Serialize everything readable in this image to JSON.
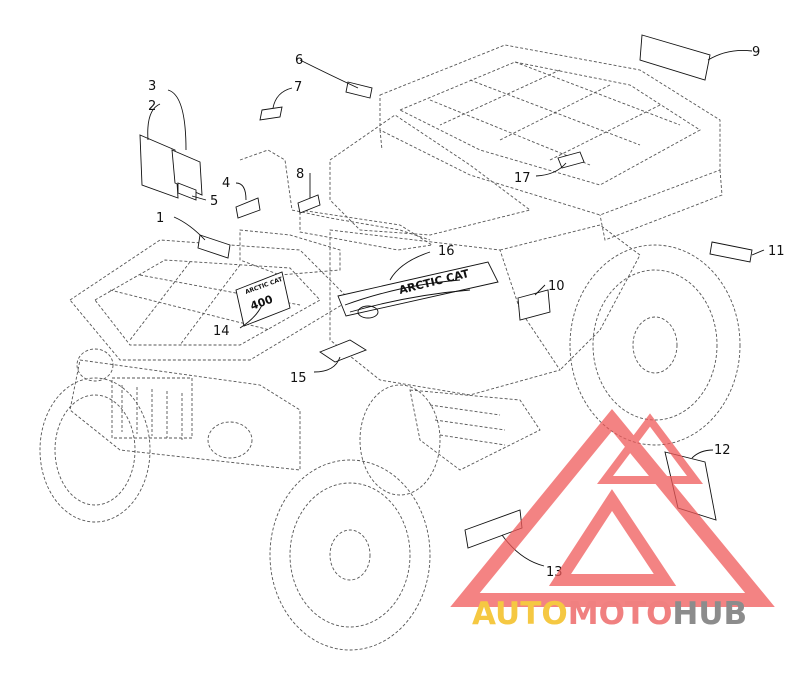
{
  "callouts": {
    "c1": "1",
    "c2": "2",
    "c3": "3",
    "c4": "4",
    "c5": "5",
    "c6": "6",
    "c7": "7",
    "c8": "8",
    "c9": "9",
    "c10": "10",
    "c11": "11",
    "c12": "12",
    "c13": "13",
    "c14": "14",
    "c15": "15",
    "c16": "16",
    "c17": "17"
  },
  "decals": {
    "hood_logo_line1": "ARCTIC CAT",
    "hood_logo_line2": "400",
    "side_panel_text": "ARCTIC CAT"
  },
  "watermark": {
    "part1": "AUTO",
    "part2": "MOTO",
    "part3": "HUB",
    "colors": {
      "auto": "#f5c842",
      "moto": "#f08080",
      "hub": "#8c8c8c",
      "logo": "#f05a5a"
    }
  }
}
